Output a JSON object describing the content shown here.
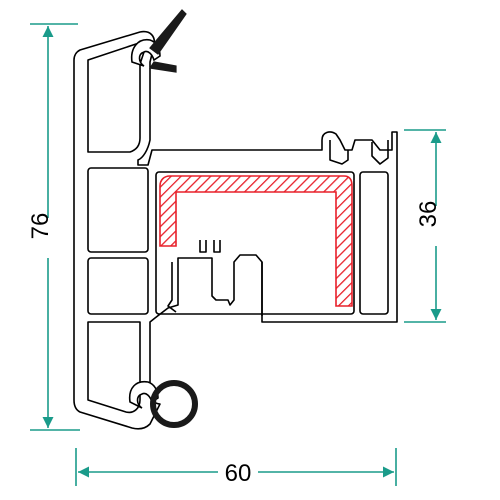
{
  "colors": {
    "dimension": "#1a9b8a",
    "outline": "#000000",
    "steel": "#e8202a",
    "seal": "#1a1a1a"
  },
  "dimensions": {
    "height": "76",
    "inner_height": "36",
    "width": "60"
  }
}
